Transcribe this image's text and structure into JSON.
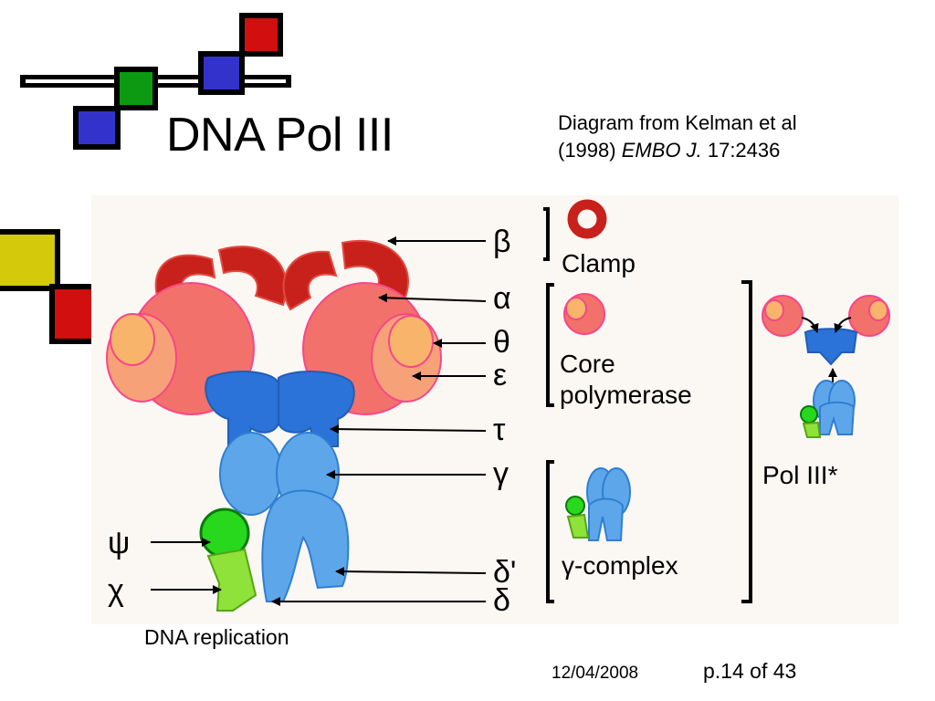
{
  "slide": {
    "title": "DNA Pol III",
    "citation_line1": "Diagram from Kelman et al",
    "citation_year": "(1998) ",
    "citation_journal": "EMBO J.",
    "citation_ref": " 17:2436",
    "footer_left": "DNA replication",
    "footer_date": "12/04/2008",
    "footer_page": "p.14 of 43"
  },
  "colors": {
    "red": "#d10f0f",
    "blue": "#3333cc",
    "green": "#0c9a12",
    "yellow": "#d4c90a",
    "clamp": "#c8201a",
    "core": "#f2716a",
    "theta": "#f6a86a",
    "tau": "#2b73d8",
    "gamma": "#5ea6ea",
    "psi": "#27d81d",
    "chi": "#8ee23a"
  },
  "diagram": {
    "subunit_labels": {
      "beta": "β",
      "alpha": "α",
      "theta": "θ",
      "epsilon": "ε",
      "tau": "τ",
      "gamma": "γ",
      "delta_prime": "δ'",
      "delta": "δ",
      "psi": "ψ",
      "chi": "χ"
    },
    "groups": {
      "clamp": "Clamp",
      "core_line1": "Core",
      "core_line2": "polymerase",
      "gamma_complex": "γ-complex",
      "pol3star": "Pol III*"
    }
  }
}
